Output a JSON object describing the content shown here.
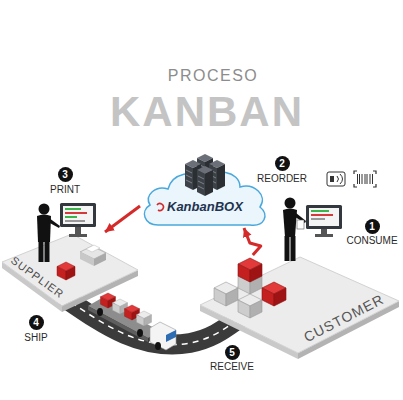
{
  "diagram": {
    "title": "KANBAN",
    "nodes": [
      {
        "text": [
          "KanbanBOX"
        ]
      },
      {
        "text": [
          "SUPPLIER"
        ]
      },
      {
        "text": [
          "CUSTOMER"
        ]
      }
    ],
    "edges": [
      {
        "from": 0,
        "to": 1,
        "arrow": "to"
      },
      {
        "from": 2,
        "to": 0,
        "arrow": "to"
      }
    ],
    "labels": [
      "PROCESO",
      "3",
      "PRINT",
      "2",
      "REORDER",
      "1",
      "CONSUME",
      "4",
      "SHIP",
      "5",
      "RECEIVE"
    ]
  }
}
